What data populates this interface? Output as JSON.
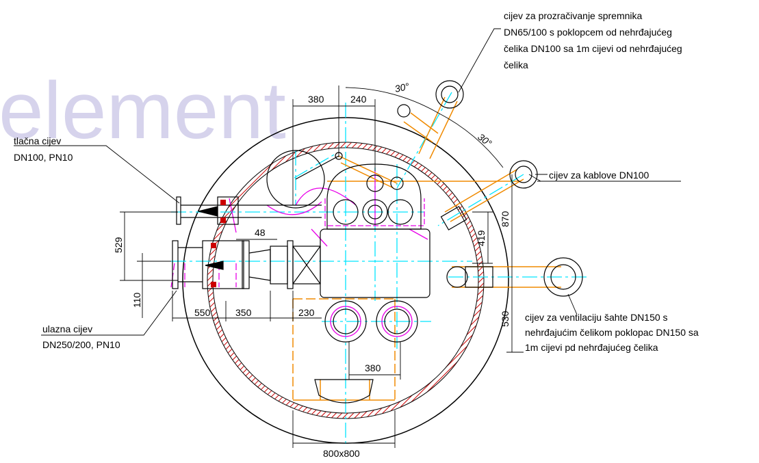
{
  "watermark": "element",
  "labels": {
    "vent_tank": [
      "cijev za prozračivanje spremnika",
      "DN65/100 s poklopcem od nehrđajućeg",
      "čelika DN100 sa 1m cijevi od nehrđajućeg",
      "čelika"
    ],
    "pressure_pipe": [
      "tlačna cijev",
      "DN100, PN10"
    ],
    "cable_pipe": [
      "cijev za kablove DN100"
    ],
    "inlet_pipe": [
      "ulazna cijev",
      "DN250/200, PN10"
    ],
    "vent_shaft": [
      "cijev za ventilaciju šahte DN150 s",
      "nehrđajućim čelikom poklopac DN150 sa",
      "1m cijevi pd nehrđajućeg čelika"
    ]
  },
  "dimensions": {
    "d380_top": "380",
    "d240": "240",
    "d48": "48",
    "d529": "529",
    "d110": "110",
    "d550": "550",
    "d350": "350",
    "d230": "230",
    "d380_bottom": "380",
    "d800x800": "800x800",
    "d419": "419",
    "d870": "870",
    "d530": "530"
  },
  "angles": {
    "a1": "30°",
    "a2": "30°"
  },
  "colors": {
    "outline": "#000000",
    "centerline": "#00e5ff",
    "magenta": "#e800e8",
    "orange": "#f08a00",
    "hatch": "#cc0000",
    "teal": "#0a8a90",
    "watermark": "#d6d3ec"
  }
}
